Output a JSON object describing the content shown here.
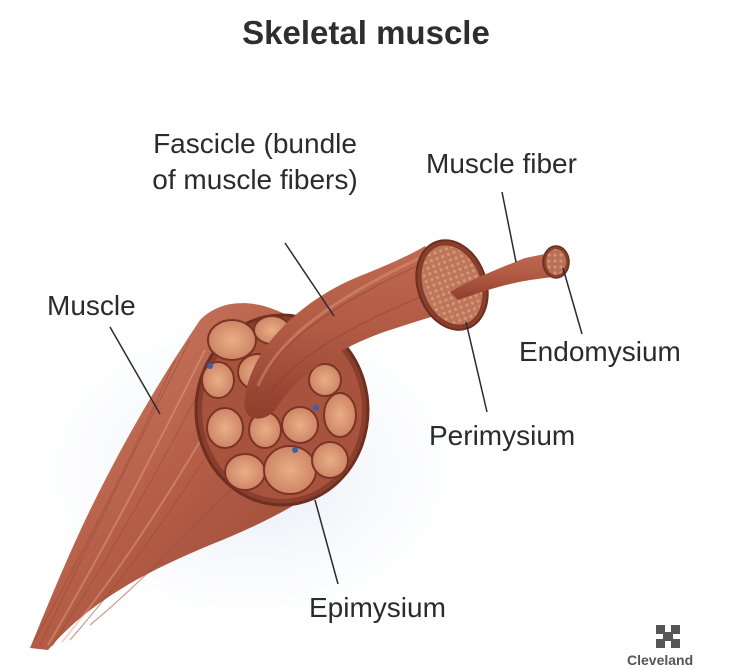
{
  "title": "Skeletal muscle",
  "labels": {
    "fascicle": "Fascicle (bundle of muscle fibers)",
    "muscle_fiber": "Muscle fiber",
    "muscle": "Muscle",
    "endomysium": "Endomysium",
    "perimysium": "Perimysium",
    "epimysium": "Epimysium"
  },
  "logo": {
    "text": "Cleveland",
    "icon": "cross-logo-icon"
  },
  "colors": {
    "muscle": "#b8604a",
    "muscle_dark": "#8c3a28",
    "muscle_light": "#d2836a",
    "fascicle_fill": "#e0a07c",
    "background_glow": "#dfe6f2"
  }
}
